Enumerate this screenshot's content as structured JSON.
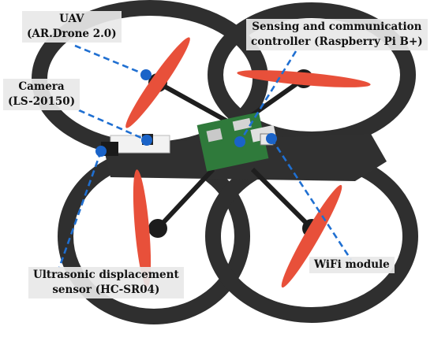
{
  "labels": {
    "uav": {
      "line1": "UAV",
      "line2": "(AR.Drone 2.0)"
    },
    "controller": {
      "line1": "Sensing and communication",
      "line2": "controller (Raspberry Pi B+)"
    },
    "camera": {
      "line1": "Camera",
      "line2": "(LS-20150)"
    },
    "ultrasonic": {
      "line1": "Ultrasonic displacement",
      "line2": "sensor (HC-SR04)"
    },
    "wifi": {
      "line1": "WiFi module"
    }
  },
  "colors": {
    "leader_line": "#1f6fd1",
    "marker": "#1a63c8",
    "hull": "#2e2e2e",
    "propeller": "#e8503a",
    "board": "#2f7a3b"
  }
}
